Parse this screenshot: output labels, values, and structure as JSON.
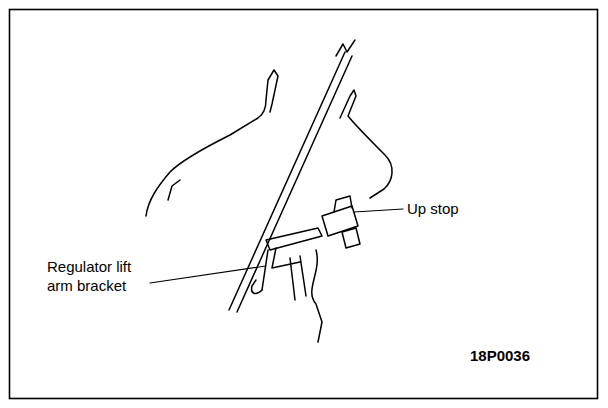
{
  "diagram": {
    "labels": [
      "Up stop",
      "Regulator lift arm bracket",
      "18P0036"
    ]
  }
}
